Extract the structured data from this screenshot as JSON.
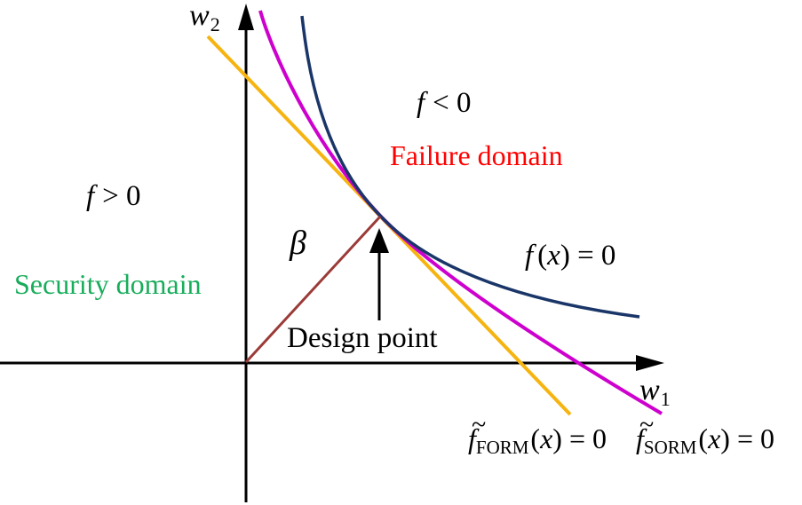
{
  "colors": {
    "axis": "#000000",
    "text": "#000000",
    "failure_text": "#ff0000",
    "security_text": "#17ad5b",
    "form_line": "#f6b411",
    "sorm_line": "#ce00ce",
    "true_lsf_line": "#1a3668",
    "beta_line": "#9b3b38"
  },
  "axes": {
    "y": {
      "main": "w",
      "sub": "2"
    },
    "x": {
      "main": "w",
      "sub": "1"
    }
  },
  "regions": {
    "failure": {
      "f": "f",
      "rest": "< 0",
      "domain": "Failure domain"
    },
    "security": {
      "f": "f",
      "rest": "> 0",
      "domain": "Security domain"
    }
  },
  "labels": {
    "beta": "β",
    "design_point": "Design point",
    "true_lsf": {
      "f": "f",
      "open": "(",
      "var": "x",
      "close": ") = 0"
    },
    "form": {
      "tilde": "~",
      "f": "f",
      "sub": "FORM",
      "open": "(",
      "var": "x",
      "close": ") = 0"
    },
    "sorm": {
      "tilde": "~",
      "f": "f",
      "sub": "SORM",
      "open": "(",
      "var": "x",
      "close": ") = 0"
    }
  }
}
